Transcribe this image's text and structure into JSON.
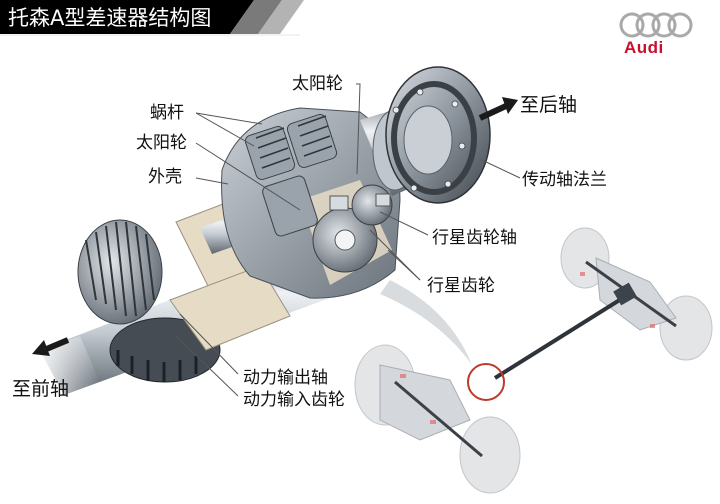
{
  "header": {
    "title": "托森A型差速器结构图",
    "banner_color": "#000000",
    "stripe_colors": [
      "#7a7a7a",
      "#b0b0b0"
    ]
  },
  "brand": {
    "name": "Audi",
    "logo": "four-rings-icon",
    "color": "#c8102e"
  },
  "diagram": {
    "subject": "Torsen Type A differential",
    "labels": {
      "sun_gear_top": "太阳轮",
      "worm": "蜗杆",
      "sun_gear_left": "太阳轮",
      "housing": "外壳",
      "to_rear_axle": "至后轴",
      "driveshaft_flange": "传动轴法兰",
      "planet_gear_shaft": "行星齿轮轴",
      "planet_gear": "行星齿轮",
      "to_front_axle": "至前轴",
      "power_output_shaft": "动力输出轴",
      "power_input_gear": "动力输入齿轮"
    },
    "arrows": [
      {
        "name": "to-rear-arrow",
        "direction": "up-right"
      },
      {
        "name": "to-front-arrow",
        "direction": "down-left"
      }
    ],
    "inset": {
      "subject": "AWD chassis drivetrain",
      "highlight_color": "#c0392b"
    },
    "colors": {
      "metal": "#b8c0c8",
      "metal_dark": "#4a5058",
      "cutaway": "#e6dcc6",
      "leader_line": "#555555"
    }
  }
}
